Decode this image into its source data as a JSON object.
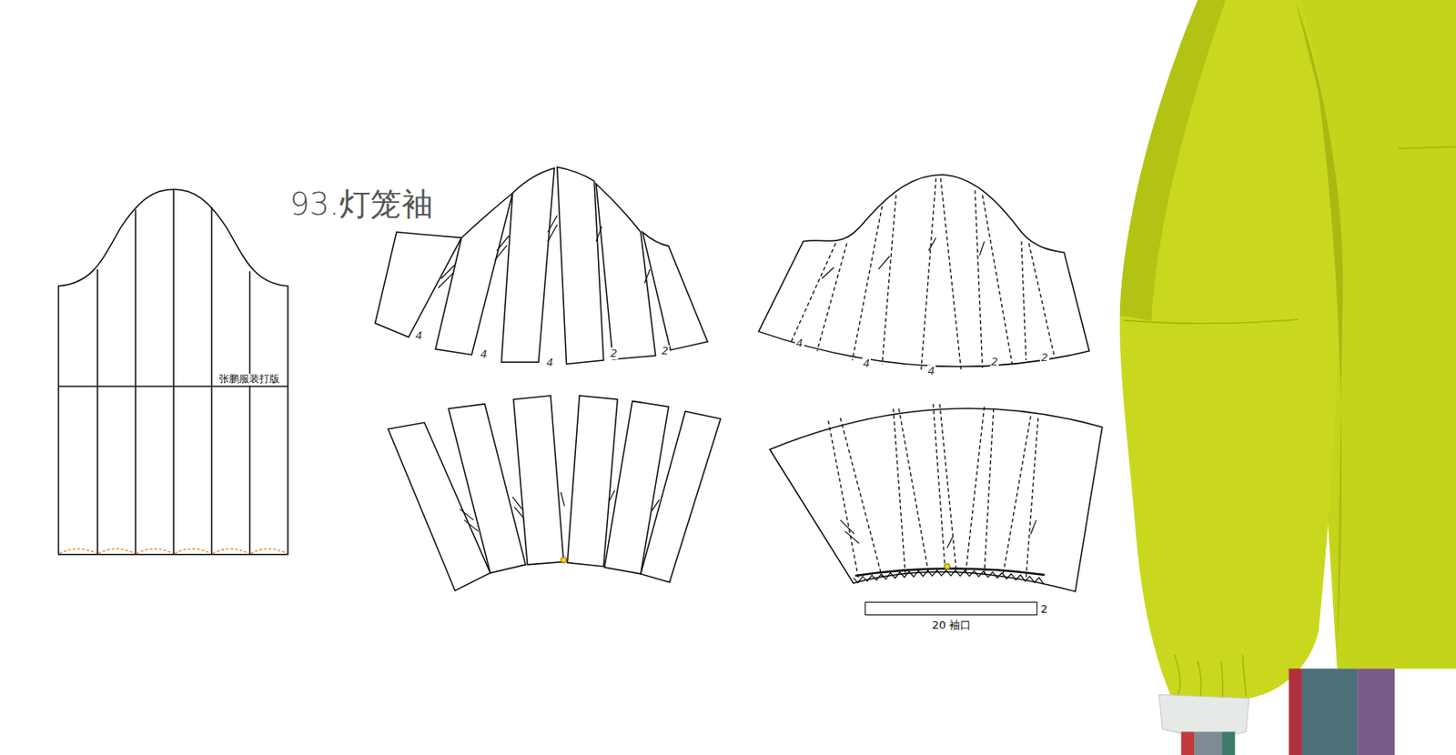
{
  "diagram": {
    "title": "93.灯笼袖",
    "nodes": [
      {
        "text": [
          "20 袖口",
          "2"
        ]
      }
    ],
    "labels": [
      "张鹏服装打版",
      "4",
      "4",
      "4",
      "2",
      "2",
      "4",
      "4",
      "4",
      "2",
      "2"
    ]
  }
}
